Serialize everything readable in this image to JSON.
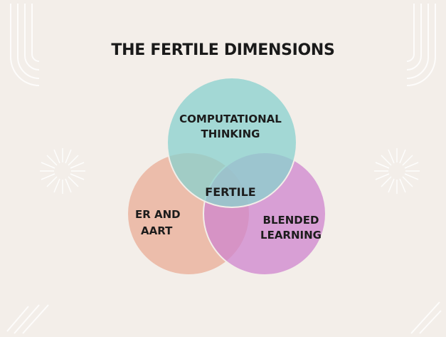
{
  "title": "THE FERTILE DIMENSIONS",
  "circles": {
    "computational": {
      "line1": "COMPUTATIONAL",
      "line2": "THINKING",
      "color": "#8fe0e2"
    },
    "er_aart": {
      "line1": "ER AND",
      "line2": "AART",
      "color": "#f6b9a4"
    },
    "blended": {
      "line1": "BLENDED",
      "line2": "LEARNING",
      "color": "#d98fe2"
    }
  },
  "center_label": "FERTILE",
  "colors": {
    "background": "#f3eee9",
    "decoration": "#ffffff",
    "title": "#1a1a1a"
  }
}
